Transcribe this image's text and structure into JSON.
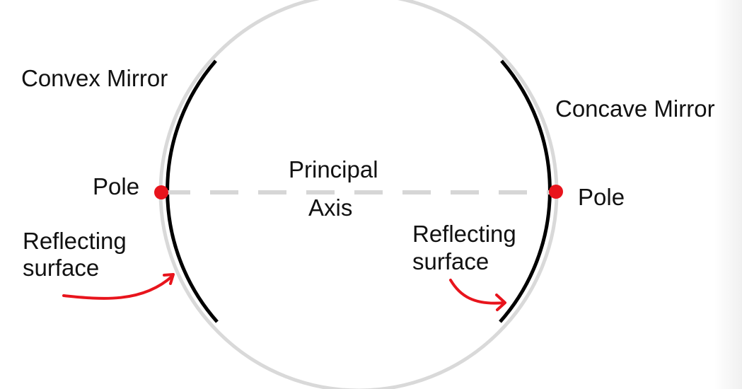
{
  "labels": {
    "convex_mirror": "Convex Mirror",
    "concave_mirror": "Concave Mirror",
    "pole_left": "Pole",
    "pole_right": "Pole",
    "principal_line1": "Principal",
    "principal_line2": "Axis",
    "reflecting_left_line1": "Reflecting",
    "reflecting_left_line2": "surface",
    "reflecting_right_line1": "Reflecting",
    "reflecting_right_line2": "surface"
  },
  "colors": {
    "circle": "#d9d9d9",
    "mirror_arc": "#000000",
    "axis_dash": "#d6d6d6",
    "pole_dot": "#e8141c",
    "arrow": "#e8141c",
    "text": "#111111"
  }
}
